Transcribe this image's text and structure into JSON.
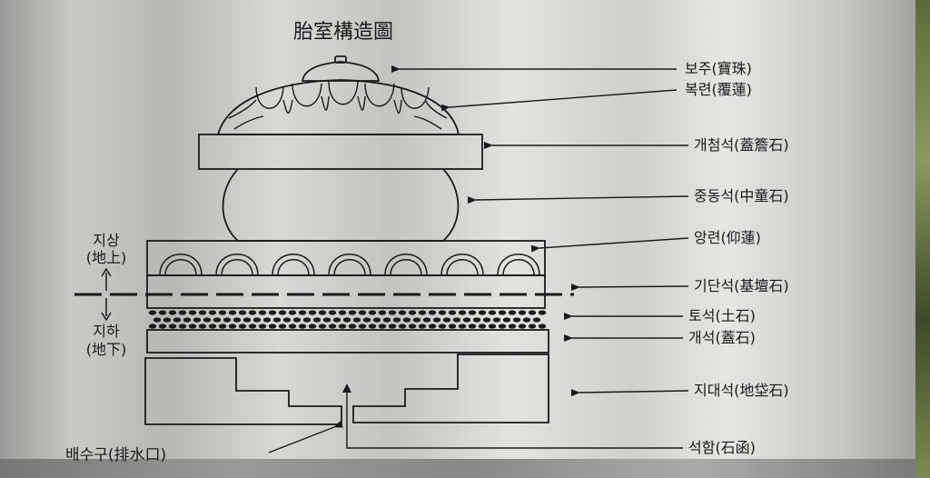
{
  "title": "胎室構造圖",
  "labels": {
    "boju": "보주(寶珠)",
    "bokryeon": "복련(覆蓮)",
    "gaecheomseok": "개첨석(蓋簷石)",
    "jungdongseok": "중동석(中童石)",
    "angryeon": "앙련(仰蓮)",
    "gidanseok": "기단석(基壇石)",
    "toseok": "토석(土石)",
    "gaeseok": "개석(蓋石)",
    "jidaeseok": "지대석(地垈石)",
    "seokham": "석함(石函)",
    "baesugu": "배수구(排水口)"
  },
  "ground": {
    "above_line1": "지상",
    "above_line2": "(地上)",
    "below_line1": "지하",
    "below_line2": "(地下)"
  },
  "colors": {
    "ink": "#1a1a1a",
    "plate": "#cfcfcc"
  }
}
